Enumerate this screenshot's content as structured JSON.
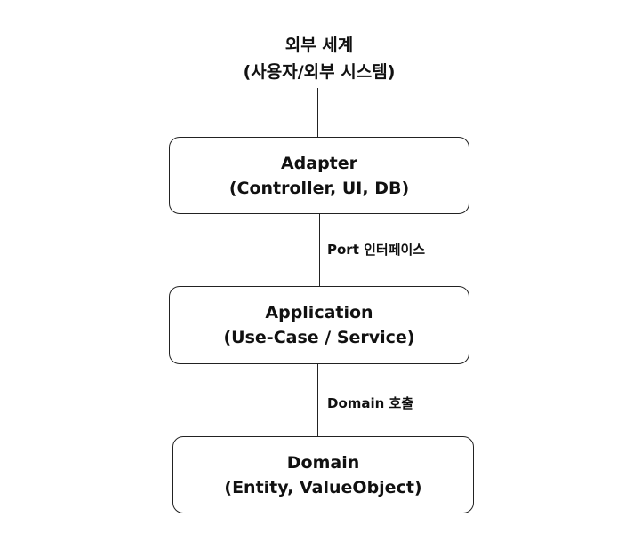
{
  "external": {
    "title": "외부 세계",
    "subtitle": "(사용자/외부 시스템)"
  },
  "layers": [
    {
      "title": "Adapter",
      "subtitle": "(Controller, UI, DB)"
    },
    {
      "title": "Application",
      "subtitle": "(Use-Case / Service)"
    },
    {
      "title": "Domain",
      "subtitle": "(Entity, ValueObject)"
    }
  ],
  "connections": [
    {
      "label": "Port 인터페이스"
    },
    {
      "label": "Domain 호출"
    }
  ]
}
